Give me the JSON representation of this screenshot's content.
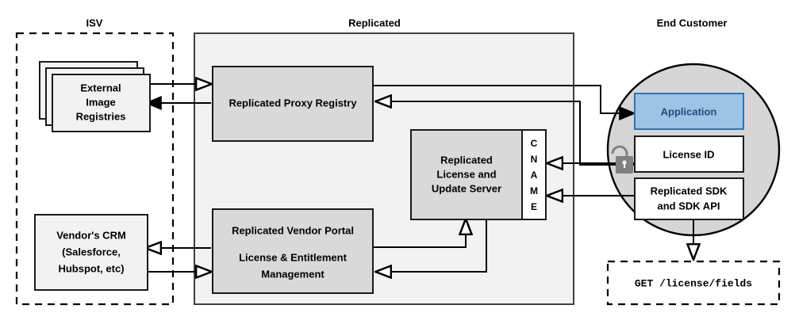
{
  "diagram": {
    "title": "Replicated platform architecture",
    "zones": [
      {
        "id": "isv",
        "label": "ISV",
        "style": "dashed"
      },
      {
        "id": "replicated",
        "label": "Replicated",
        "style": "solid-gray"
      },
      {
        "id": "end_customer",
        "label": "End Customer",
        "style": "circle"
      }
    ],
    "nodes": {
      "external_image_registries": {
        "lines": [
          "External",
          "Image",
          "Registries"
        ],
        "zone": "isv",
        "shape": "stacked-box"
      },
      "vendors_crm": {
        "lines": [
          "Vendor's CRM",
          "(Salesforce,",
          "Hubspot, etc)"
        ],
        "zone": "isv",
        "shape": "box"
      },
      "replicated_proxy_registry": {
        "lines": [
          "Replicated Proxy Registry"
        ],
        "zone": "replicated",
        "shape": "box"
      },
      "replicated_license_update_server": {
        "lines": [
          "Replicated",
          "License and",
          "Update Server"
        ],
        "zone": "replicated",
        "shape": "box"
      },
      "cname_strip": {
        "letters": [
          "C",
          "N",
          "A",
          "M",
          "E"
        ],
        "label": "CNAME",
        "zone": "replicated",
        "shape": "vertical-strip"
      },
      "replicated_vendor_portal": {
        "lines": [
          "Replicated Vendor Portal",
          "License & Entitlement",
          "Management"
        ],
        "zone": "replicated",
        "shape": "box"
      },
      "application": {
        "lines": [
          "Application"
        ],
        "zone": "end_customer",
        "shape": "box",
        "accent": "#9DC3E6"
      },
      "license_id": {
        "lines": [
          "License ID"
        ],
        "zone": "end_customer",
        "shape": "box"
      },
      "replicated_sdk": {
        "lines": [
          "Replicated SDK",
          "and SDK API"
        ],
        "zone": "end_customer",
        "shape": "box"
      },
      "license_fields_request": {
        "lines": [
          "GET /license/fields"
        ],
        "zone": "end_customer",
        "shape": "dashed-box",
        "font": "monospace"
      },
      "lock": {
        "icon": "unlocked-padlock-icon",
        "zone": "end_customer",
        "color": "#808080"
      }
    },
    "connections": [
      {
        "from": "external_image_registries",
        "to": "replicated_proxy_registry",
        "arrow": "hollow"
      },
      {
        "from": "replicated_proxy_registry",
        "to": "external_image_registries",
        "arrow": "solid"
      },
      {
        "from": "replicated_proxy_registry",
        "to": "application",
        "arrow": "solid"
      },
      {
        "from": "application",
        "to": "replicated_proxy_registry",
        "arrow": "hollow"
      },
      {
        "from": "license_id",
        "to": "cname_strip",
        "arrow": "hollow"
      },
      {
        "from": "replicated_sdk",
        "to": "cname_strip",
        "arrow": "hollow"
      },
      {
        "from": "replicated_vendor_portal",
        "to": "replicated_license_update_server",
        "arrow": "hollow"
      },
      {
        "from": "replicated_license_update_server",
        "to": "replicated_vendor_portal",
        "arrow": "hollow"
      },
      {
        "from": "replicated_vendor_portal",
        "to": "vendors_crm",
        "arrow": "hollow"
      },
      {
        "from": "vendors_crm",
        "to": "replicated_vendor_portal",
        "arrow": "hollow"
      },
      {
        "from": "replicated_sdk",
        "to": "license_fields_request",
        "arrow": "hollow"
      }
    ],
    "colors": {
      "panel_background": "#F2F2F2",
      "box_gray": "#D9D9D9",
      "box_white": "#FFFFFF",
      "accent_blue_fill": "#9DC3E6",
      "accent_blue_border": "#2E74B5",
      "accent_blue_text": "#1F4E79",
      "circle_fill": "#D6D6D6",
      "stroke": "#000000",
      "lock": "#808080"
    }
  }
}
